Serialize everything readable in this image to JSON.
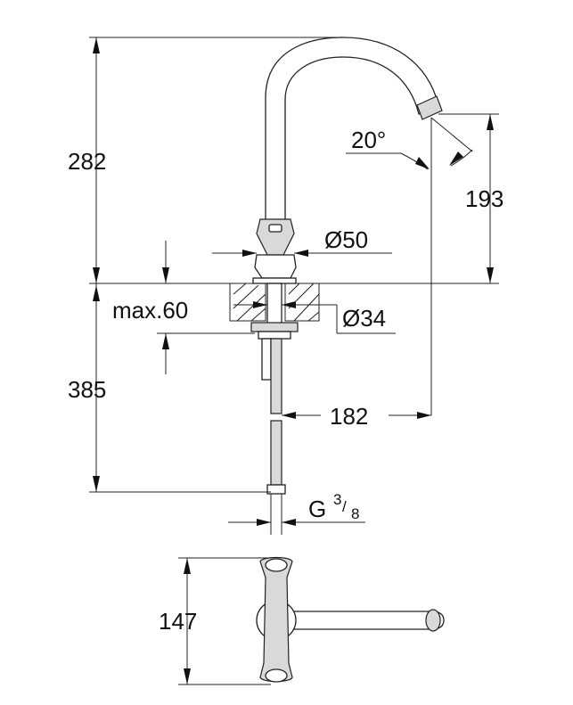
{
  "labels": {
    "height_top": "282",
    "height_bottom": "385",
    "spout_angle": "20°",
    "spout_height": "193",
    "handle_diameter": "Ø50",
    "deck_thickness": "max.60",
    "hole_diameter": "Ø34",
    "spout_reach": "182",
    "connection_thread": "G",
    "thread_num": "3",
    "thread_den": "8",
    "plan_depth": "147"
  },
  "colors": {
    "line": "#222222",
    "fill": "#d9d9d9",
    "background": "#ffffff"
  }
}
